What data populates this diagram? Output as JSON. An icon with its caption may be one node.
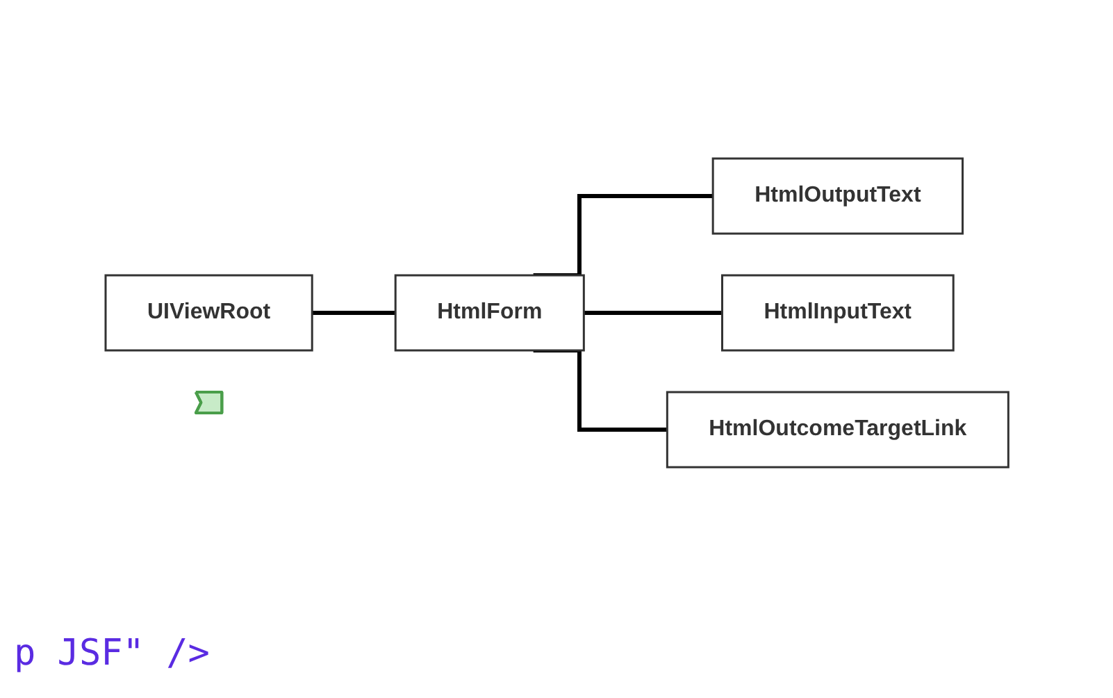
{
  "diagram": {
    "nodes": [
      {
        "text": [
          "UIViewRoot"
        ]
      },
      {
        "text": [
          "HtmlForm"
        ]
      },
      {
        "text": [
          "HtmlOutputText"
        ]
      },
      {
        "text": [
          "HtmlInputText"
        ]
      },
      {
        "text": [
          "HtmlOutcomeTargetLink"
        ]
      },
      {
        "text": [],
        "shape": "arrow"
      }
    ],
    "edges": [
      {
        "from": 0,
        "to": 1,
        "arrow": "none"
      },
      {
        "from": 1,
        "to": 2,
        "arrow": "none"
      },
      {
        "from": 1,
        "to": 3,
        "arrow": "none"
      },
      {
        "from": 1,
        "to": 4,
        "arrow": "none"
      }
    ],
    "labels": [
      "p JSF\" />"
    ]
  }
}
